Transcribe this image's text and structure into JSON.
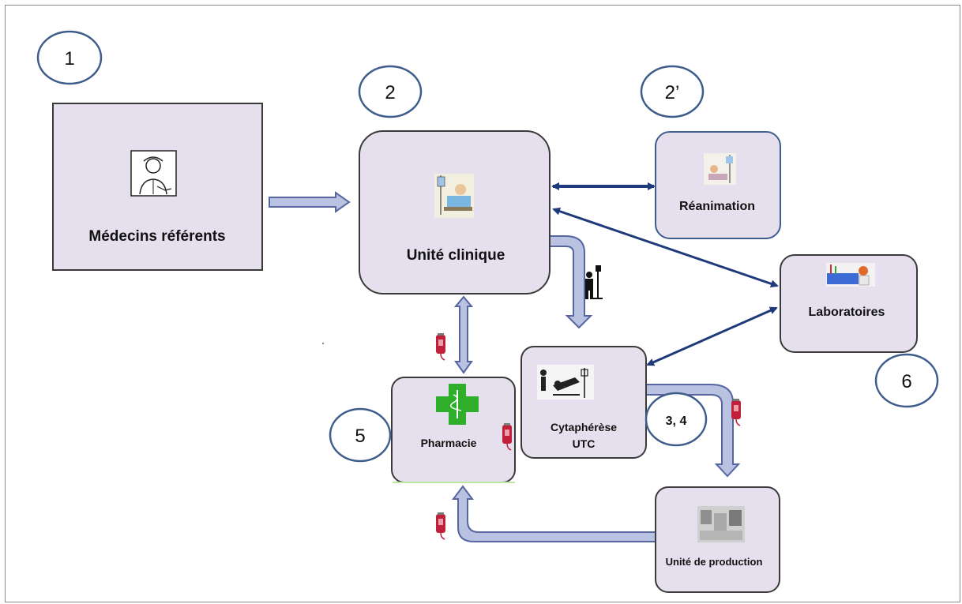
{
  "steps": {
    "s1": "1",
    "s2": "2",
    "s2p": "2’",
    "s34": "3, 4",
    "s5": "5",
    "s6": "6"
  },
  "nodes": {
    "medecins": "Médecins référents",
    "unite_clinique": "Unité clinique",
    "reanimation": "Réanimation",
    "laboratoires": "Laboratoires",
    "cytapherese_line1": "Cytaphérèse",
    "cytapherese_line2": "UTC",
    "pharmacie": "Pharmacie",
    "unite_production": "Unité de production"
  },
  "icons": {
    "medecins": "doctor-icon",
    "unite_clinique": "patient-in-bed-icon",
    "reanimation": "intensive-care-icon",
    "laboratoires": "laboratory-icon",
    "cytapherese": "apheresis-bed-icon",
    "pharmacie": "pharmacy-cross-icon",
    "unite_production": "production-lab-icon",
    "transfer": "patient-with-iv-icon",
    "bag": "blood-bag-icon"
  },
  "colors": {
    "box_fill": "#e6e0ee",
    "box_border": "#3a3a3a",
    "circle_border": "#3e5d8c",
    "dark_arrow": "#1f3a7a",
    "flow_arrow_fill": "#b9c2e0",
    "flow_arrow_border": "#5566a0",
    "pharmacy_green": "#2eae2a",
    "blood_red": "#c0203a"
  }
}
